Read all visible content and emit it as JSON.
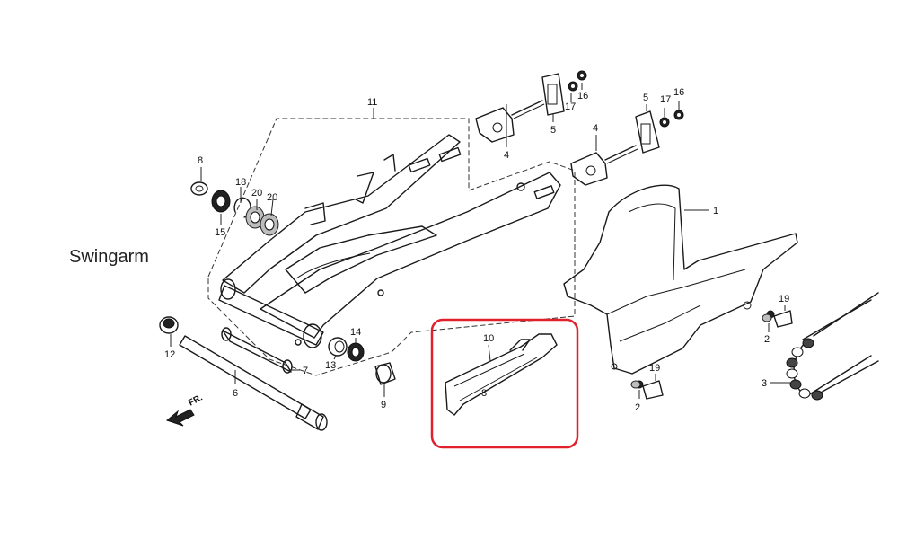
{
  "diagram": {
    "title": "Swingarm",
    "direction_label": "FR.",
    "highlight_color": "#e0202a",
    "callouts": {
      "p1": "1",
      "p2a": "2",
      "p2b": "2",
      "p3": "3",
      "p4a": "4",
      "p4b": "4",
      "p5a": "5",
      "p5b": "5",
      "p6": "6",
      "p7": "7",
      "p8": "8",
      "p9": "9",
      "p10": "10",
      "p11": "11",
      "p12": "12",
      "p13": "13",
      "p14": "14",
      "p15": "15",
      "p16a": "16",
      "p16b": "16",
      "p17a": "17",
      "p17b": "17",
      "p18": "18",
      "p19a": "19",
      "p19b": "19",
      "p20a": "20",
      "p20b": "20"
    }
  }
}
